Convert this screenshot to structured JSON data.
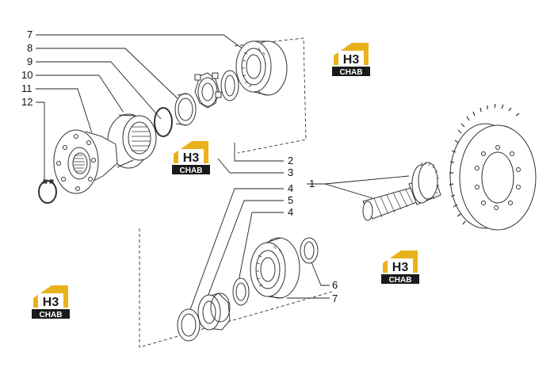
{
  "callouts": [
    "7",
    "8",
    "9",
    "10",
    "11",
    "12",
    "2",
    "3",
    "4",
    "5",
    "4",
    "1",
    "6",
    "7"
  ],
  "logo": {
    "mark": "H3",
    "word": "CHAB",
    "colors": {
      "gold": "#e9b21a",
      "black": "#1a1a1a",
      "white": "#ffffff"
    }
  },
  "colors": {
    "line": "#222222",
    "part": "#333333"
  }
}
